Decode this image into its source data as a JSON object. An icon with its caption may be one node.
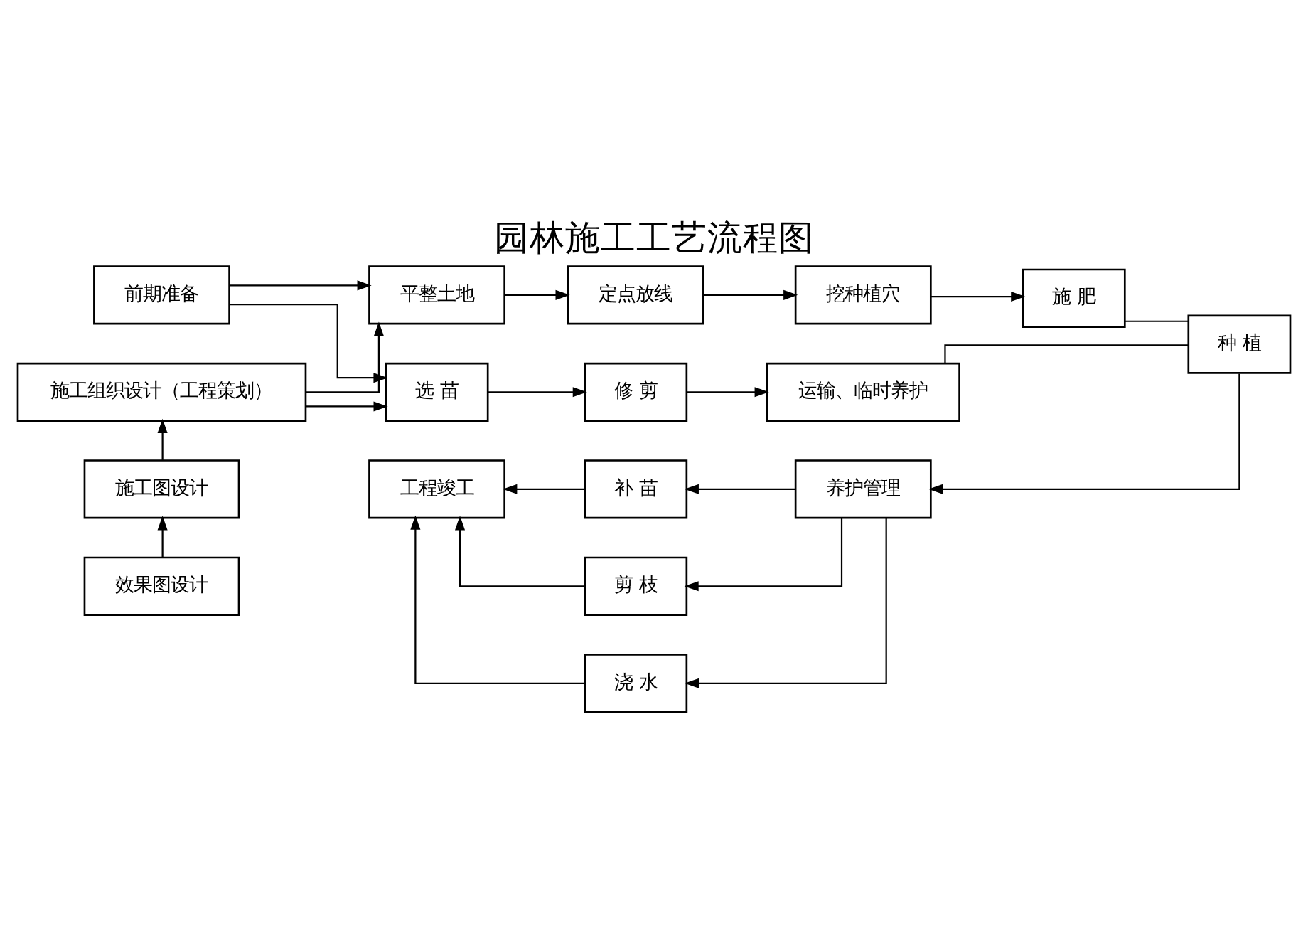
{
  "diagram": {
    "title": "园林施工工艺流程图",
    "nodes": [
      {
        "text": [
          "前期准备"
        ]
      },
      {
        "text": [
          "施工组织设计（工程策划）"
        ]
      },
      {
        "text": [
          "施工图设计"
        ]
      },
      {
        "text": [
          "效果图设计"
        ]
      },
      {
        "text": [
          "平整土地"
        ]
      },
      {
        "text": [
          "定点放线"
        ]
      },
      {
        "text": [
          "挖种植穴"
        ]
      },
      {
        "text": [
          "施 肥"
        ]
      },
      {
        "text": [
          "选 苗"
        ]
      },
      {
        "text": [
          "修 剪"
        ]
      },
      {
        "text": [
          "运输、临时养护"
        ]
      },
      {
        "text": [
          "种 植"
        ]
      },
      {
        "text": [
          "养护管理"
        ]
      },
      {
        "text": [
          "补 苗"
        ]
      },
      {
        "text": [
          "剪 枝"
        ]
      },
      {
        "text": [
          "浇 水"
        ]
      },
      {
        "text": [
          "工程竣工"
        ]
      }
    ],
    "edges": [
      {
        "from": 3,
        "to": 2,
        "arrow": "to"
      },
      {
        "from": 2,
        "to": 1,
        "arrow": "to"
      },
      {
        "from": 0,
        "to": 4,
        "arrow": "to"
      },
      {
        "from": 0,
        "to": 8,
        "arrow": "to"
      },
      {
        "from": 1,
        "to": 4,
        "arrow": "to"
      },
      {
        "from": 1,
        "to": 8,
        "arrow": "to"
      },
      {
        "from": 4,
        "to": 5,
        "arrow": "to"
      },
      {
        "from": 5,
        "to": 6,
        "arrow": "to"
      },
      {
        "from": 6,
        "to": 7,
        "arrow": "to"
      },
      {
        "from": 8,
        "to": 9,
        "arrow": "to"
      },
      {
        "from": 9,
        "to": 10,
        "arrow": "to"
      },
      {
        "from": 7,
        "to": 11,
        "arrow": "none"
      },
      {
        "from": 10,
        "to": 11,
        "arrow": "none"
      },
      {
        "from": 11,
        "to": 12,
        "arrow": "to"
      },
      {
        "from": 12,
        "to": 13,
        "arrow": "to"
      },
      {
        "from": 12,
        "to": 14,
        "arrow": "to"
      },
      {
        "from": 12,
        "to": 15,
        "arrow": "to"
      },
      {
        "from": 13,
        "to": 16,
        "arrow": "to"
      },
      {
        "from": 14,
        "to": 16,
        "arrow": "to"
      },
      {
        "from": 15,
        "to": 16,
        "arrow": "to"
      }
    ]
  }
}
